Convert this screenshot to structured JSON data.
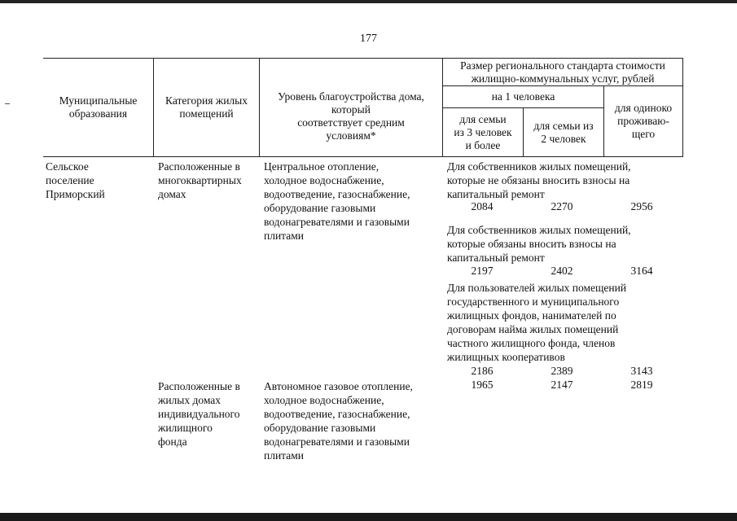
{
  "page_number": "177",
  "header": {
    "col1": "Муниципальные\nобразования",
    "col2": "Категория жилых\nпомещений",
    "col3": "Уровень благоустройства дома,\nкоторый\nсоответствует средним\nусловиям*",
    "group": "Размер регионального стандарта стоимости\nжилищно-коммунальных услуг, рублей",
    "per_person": "на 1 человека",
    "fam3": "для семьи\nиз 3 человек\nи более",
    "fam2": "для семьи из\n2 человек",
    "single": "для одиноко\nпроживаю-\nщего"
  },
  "rows": {
    "municipality": "Сельское\nпоселение\nПриморский",
    "category1": "Расположенные в\nмногоквартирных\nдомах",
    "amenity1": "Центральное отопление,\nхолодное водоснабжение,\nводоотведение, газоснабжение,\nоборудование газовыми\nводонагревателями и газовыми\nплитами",
    "groups": [
      {
        "label": "Для собственников жилых помещений,\nкоторые не обязаны вносить взносы на\nкапитальный ремонт",
        "values": [
          "2084",
          "2270",
          "2956"
        ]
      },
      {
        "label": "Для собственников  жилых помещений,\nкоторые обязаны вносить взносы на\nкапитальный ремонт",
        "values": [
          "2197",
          "2402",
          "3164"
        ]
      },
      {
        "label": "Для пользователей жилых помещений\nгосударственного и муниципального\nжилищных фондов, нанимателей по\nдоговорам найма жилых помещений\nчастного жилищного фонда, членов\nжилищных кооперативов",
        "values": [
          "2186",
          "2389",
          "3143"
        ]
      }
    ],
    "category2": "Расположенные в\nжилых домах\nиндивидуального\nжилищного\nфонда",
    "amenity2": "Автономное газовое отопление,\nхолодное водоснабжение,\nводоотведение, газоснабжение,\nоборудование газовыми\nводонагревателями и газовыми\nплитами",
    "values2": [
      "1965",
      "2147",
      "2819"
    ]
  }
}
